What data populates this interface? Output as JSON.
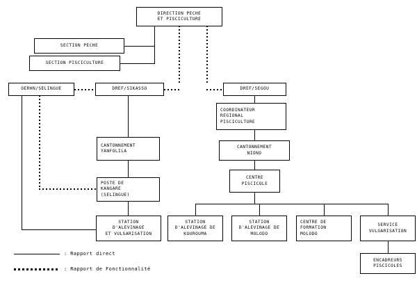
{
  "diagram": {
    "title_box": {
      "lines": [
        "DIRECTION PECHE",
        "ET PISCICULTURE"
      ]
    },
    "nodes": [
      {
        "id": "direction",
        "lines": [
          "DIRECTION PECHE",
          "ET PISCICULTURE"
        ]
      },
      {
        "id": "section-peche",
        "lines": [
          "SECTION PECHE"
        ]
      },
      {
        "id": "section-pisci",
        "lines": [
          "SECTION PISCICULTURE"
        ]
      },
      {
        "id": "oerhn",
        "lines": [
          "OERHN/SELINGUE"
        ]
      },
      {
        "id": "dref-sikasso",
        "lines": [
          "DREF/SIKASSO"
        ]
      },
      {
        "id": "dref-segou",
        "lines": [
          "DREF/SEGOU"
        ]
      },
      {
        "id": "coordinateur",
        "lines": [
          "COORDINATEUR",
          "REGIONAL",
          "PISCICULTURE"
        ]
      },
      {
        "id": "cant-yanfolila",
        "lines": [
          "CANTONNEMENT",
          "YANFOLILA"
        ]
      },
      {
        "id": "cant-niono",
        "lines": [
          "CANTONNEMENT",
          "NIONO"
        ]
      },
      {
        "id": "poste-kangare",
        "lines": [
          "POSTE DE",
          "KANGARE",
          "(SELINGUE)"
        ]
      },
      {
        "id": "centre-piscicole",
        "lines": [
          "CENTRE",
          "PISCICOLE"
        ]
      },
      {
        "id": "station-vulg",
        "lines": [
          "STATION",
          "D'ALEVINAGE",
          "ET VULGARISATION"
        ]
      },
      {
        "id": "station-kourouma",
        "lines": [
          "STATION",
          "D'ALEVINAGE DE",
          "KOUROUMA"
        ]
      },
      {
        "id": "station-molodo",
        "lines": [
          "STATION",
          "D'ALEVINAGE DE",
          "MOLODO"
        ]
      },
      {
        "id": "formation-molodo",
        "lines": [
          "CENTRE DE",
          "FORMATION",
          "MOLODO"
        ]
      },
      {
        "id": "service-vulg",
        "lines": [
          "SERVICE",
          "VULGARISATION"
        ]
      },
      {
        "id": "encadreurs",
        "lines": [
          "ENCADREURS",
          "PISCICOLES"
        ]
      }
    ],
    "legend": {
      "direct": "Rapport direct",
      "fonctionnalite": "Rapport de Fonctionnalité",
      "separator": ":"
    },
    "colors": {
      "line": "#000000",
      "background": "#ffffff"
    }
  }
}
